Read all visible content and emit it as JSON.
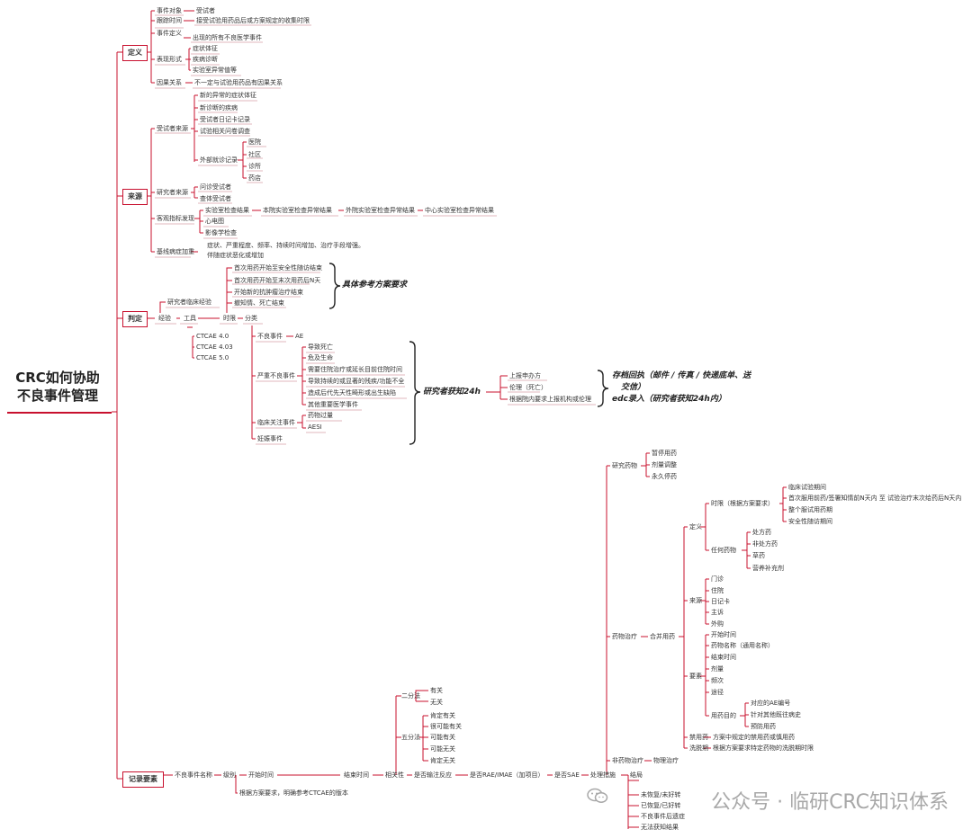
{
  "root": {
    "line1": "CRC如何协助",
    "line2": "不良事件管理"
  },
  "sections": {
    "define": "定义",
    "source": "来源",
    "judge": "判定",
    "record": "记录要素"
  },
  "define": {
    "subject": "事件对象",
    "subject_v": "受试者",
    "period": "跟踪时间",
    "period_v": "接受试验用药品后或方案规定的收集时限",
    "edef": "事件定义",
    "edef_v": "出现的所有不良医学事件",
    "manifest": "表现形式",
    "m1": "症状体征",
    "m2": "疾病诊断",
    "m3": "实验室异常值等",
    "causal": "因果关系",
    "causal_v": "不一定与试验用药品有因果关系"
  },
  "source": {
    "subj": "受试者来源",
    "s1": "新的异常的症状体征",
    "s2": "新诊断的疾病",
    "s3": "受试者日记卡记录",
    "s4": "试验相关问卷调查",
    "ext": "外部就诊记录",
    "e1": "医院",
    "e2": "社区",
    "e3": "诊所",
    "e4": "药店",
    "res": "研究者来源",
    "r1": "问诊受试者",
    "r2": "查体受试者",
    "obj": "客观指标发现",
    "o1": "实验室检查结果",
    "o1a": "本院实验室检查异常结果",
    "o1b": "外院实验室检查异常结果",
    "o1c": "中心实验室检查异常结果",
    "o2": "心电图",
    "o3": "影像学检查",
    "base": "基线病症加重",
    "b1": "症状、严重程度、频率、持续时间增加、治疗手段增强。",
    "b2": "伴随症状恶化或增加"
  },
  "judge": {
    "experience": "经验",
    "res_exp": "研究者临床经验",
    "tool": "工具",
    "ct1": "CTCAE 4.0",
    "ct2": "CTCAE  4.03",
    "ct3": "CTCAE  5.0",
    "time": "时限",
    "t1": "首次用药开始至安全性随访结束",
    "t2": "首次用药开始至末次用药后N天",
    "t3": "开始新的抗肿瘤治疗结束",
    "t4": "撤知情、死亡结束",
    "time_note": "具体参考方案要求",
    "classify": "分类",
    "ae": "不良事件",
    "ae_v": "AE",
    "sae": "严重不良事件",
    "sae1": "导致死亡",
    "sae2": "危及生命",
    "sae3": "需要住院治疗或延长目前住院时间",
    "sae4": "导致持续的或显著的残疾/功能不全",
    "sae5": "造成后代先天性畸形或出生缺陷",
    "sae6": "其他重要医学事件",
    "aesi": "临床关注事件",
    "aesi1": "药物过量",
    "aesi2": "AESI",
    "pregnancy": "妊娠事件",
    "report": "研究者获知24h",
    "rp1": "上报申办方",
    "rp2": "伦理（死亡）",
    "rp3": "根据院内要求上报机构或伦理",
    "rn1": "存档回执（邮件 / 传真 / 快递底单、送",
    "rn2": "交信）",
    "rn3": "edc录入（研究者获知24h内）"
  },
  "record": {
    "ae_name": "不良事件名称",
    "grade": "级别",
    "start": "开始时间",
    "grade_note": "根据方案要求，明确参考CTCAE的版本",
    "end": "结束时间",
    "relation": "相关性",
    "two": "二分法",
    "two1": "有关",
    "two2": "无关",
    "five": "五分法",
    "f1": "肯定有关",
    "f2": "很可能有关",
    "f3": "可能有关",
    "f4": "可能无关",
    "f5": "肯定无关",
    "adr": "是否输注反应",
    "rae": "是否RAE/IMAE（加项目）",
    "sae": "是否SAE",
    "measure": "处理措施",
    "outcome": "结局",
    "oc1": "未恢复/未好转",
    "oc2": "已恢复/已好转",
    "oc3": "不良事件后遗症",
    "oc4": "无法获知结果",
    "drug": "研究药物",
    "d1": "暂停用药",
    "d2": "剂量调整",
    "d3": "永久停药",
    "treat": "药物治疗",
    "cm": "合并用药",
    "cm_def": "定义",
    "period": "时限（根据方案要求）",
    "p1": "临床试验期间",
    "p2": "首次服用前药/签署知情前N天内 至 试验治疗末次给药后N天内",
    "p3": "整个服试用药期",
    "p4": "安全性随访期间",
    "anydrug": "任何药物",
    "a1": "处方药",
    "a2": "非处方药",
    "a3": "草药",
    "a4": "营养补充剂",
    "src": "来源",
    "src1": "门诊",
    "src2": "住院",
    "src3": "日记卡",
    "src4": "主诉",
    "src5": "外购",
    "elem": "要素",
    "el1": "开始时间",
    "el2": "药物名称（通用名称）",
    "el3": "结束时间",
    "el4": "剂量",
    "el5": "频次",
    "el6": "途径",
    "use": "用药目的",
    "u1": "对应的AE编号",
    "u2": "针对其他既往病史",
    "u3": "预防用药",
    "ban": "禁用药",
    "ban_v": "方案中规定的禁用药或慎用药",
    "wash": "洗脱期",
    "wash_v": "根据方案要求特定药物的洗脱期时限",
    "nondrug": "非药物治疗",
    "physio": "物理治疗"
  },
  "watermark": "公众号 · 临研CRC知识体系"
}
